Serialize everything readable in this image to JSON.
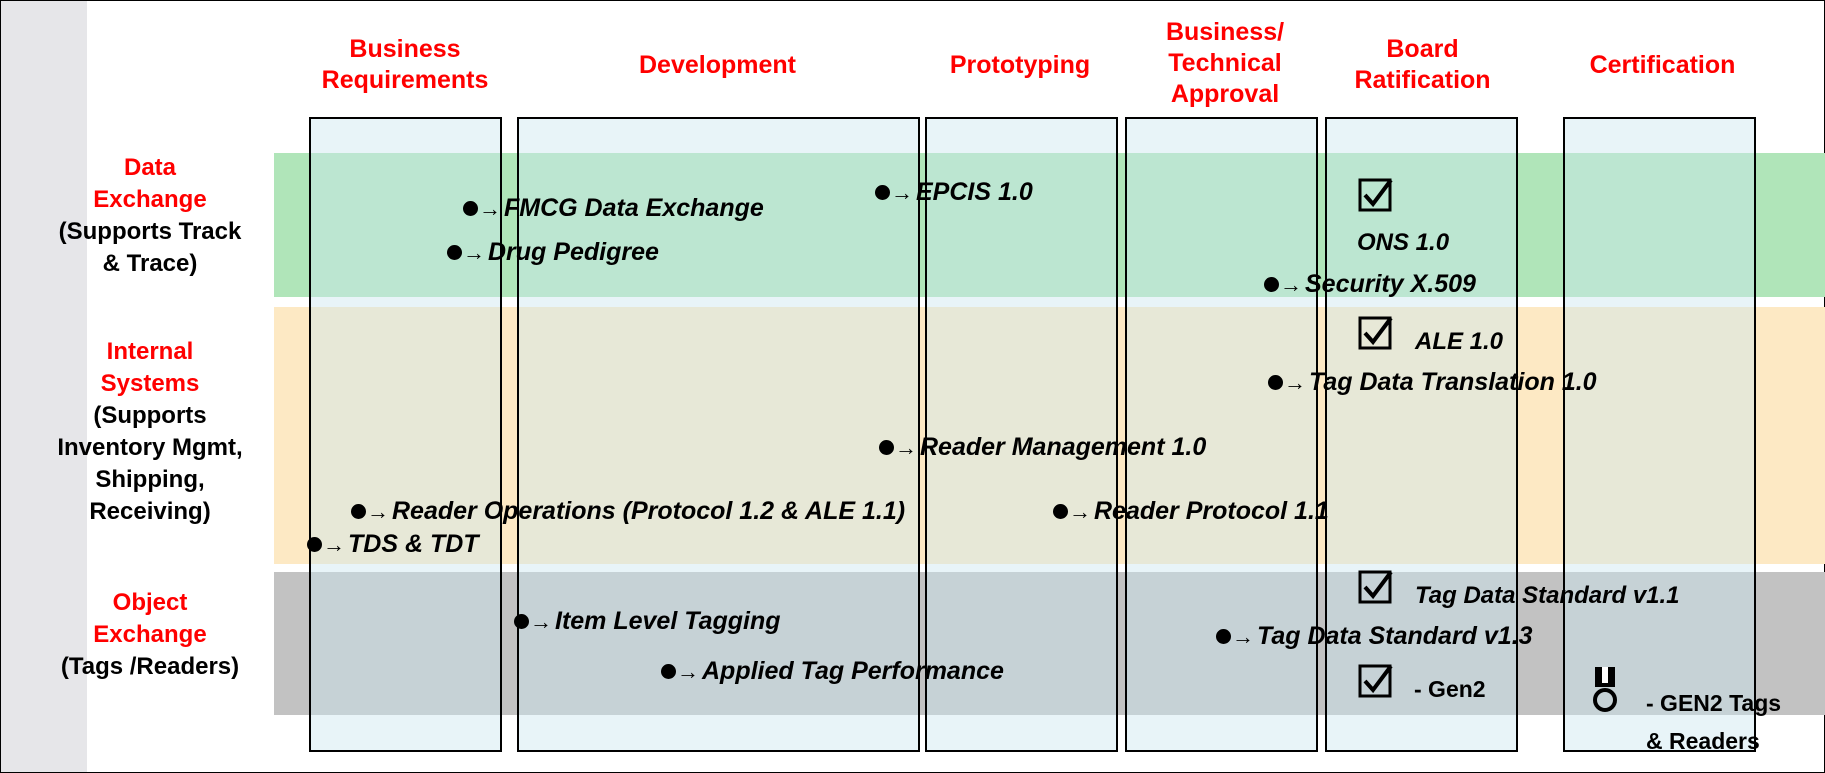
{
  "phases": [
    {
      "id": "business-requirements",
      "label": "Business\nRequirements"
    },
    {
      "id": "development",
      "label": "Development"
    },
    {
      "id": "prototyping",
      "label": "Prototyping"
    },
    {
      "id": "business-technical-approval",
      "label": "Business/\nTechnical\nApproval"
    },
    {
      "id": "board-ratification",
      "label": "Board\nRatification"
    },
    {
      "id": "certification",
      "label": "Certification"
    }
  ],
  "rows": {
    "data_exchange": {
      "title": "Data\nExchange",
      "subtitle": "(Supports Track\n& Trace)",
      "color": "#b0e5b9"
    },
    "internal_systems": {
      "title": "Internal\nSystems",
      "subtitle": "(Supports\nInventory Mgmt,\nShipping,\nReceiving)",
      "color": "#fde9c4"
    },
    "object_exchange": {
      "title": "Object\nExchange",
      "subtitle": "(Tags /Readers)",
      "color": "#c2c2c2"
    }
  },
  "in_progress": {
    "fmcg": "FMCG Data Exchange",
    "drug": "Drug Pedigree",
    "epcis": "EPCIS 1.0",
    "security": "Security X.509",
    "tag_translation": "Tag Data Translation 1.0",
    "reader_mgmt": "Reader Management 1.0",
    "reader_ops": "Reader Operations (Protocol 1.2 & ALE 1.1)",
    "reader_protocol": "Reader Protocol 1.1",
    "tds_tdt": "TDS & TDT",
    "item_level": "Item Level Tagging",
    "tds13": "Tag Data Standard v1.3",
    "applied_tag": "Applied Tag Performance"
  },
  "ratified": {
    "ons": "ONS 1.0",
    "ale": "ALE 1.0",
    "tds11": "Tag Data Standard v1.1",
    "gen2": "- Gen2"
  },
  "certified": {
    "gen2_tags": "- GEN2 Tags\n& Readers"
  },
  "icons": {
    "check": "checkbox-check-icon",
    "medal": "medal-icon",
    "bullet_arrow": "bullet-arrow-icon"
  }
}
